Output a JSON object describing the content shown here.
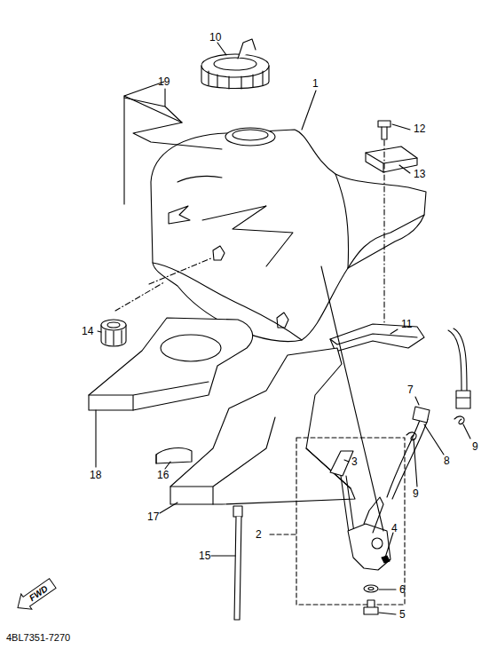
{
  "diagram": {
    "nodes": [
      {
        "text": [
          "FWD"
        ]
      }
    ],
    "labels": [
      "10",
      "19",
      "1",
      "12",
      "13",
      "14",
      "11",
      "7",
      "3",
      "9",
      "8",
      "9",
      "18",
      "16",
      "4",
      "2",
      "6",
      "5",
      "17",
      "15",
      "4BL7351-7270"
    ]
  }
}
